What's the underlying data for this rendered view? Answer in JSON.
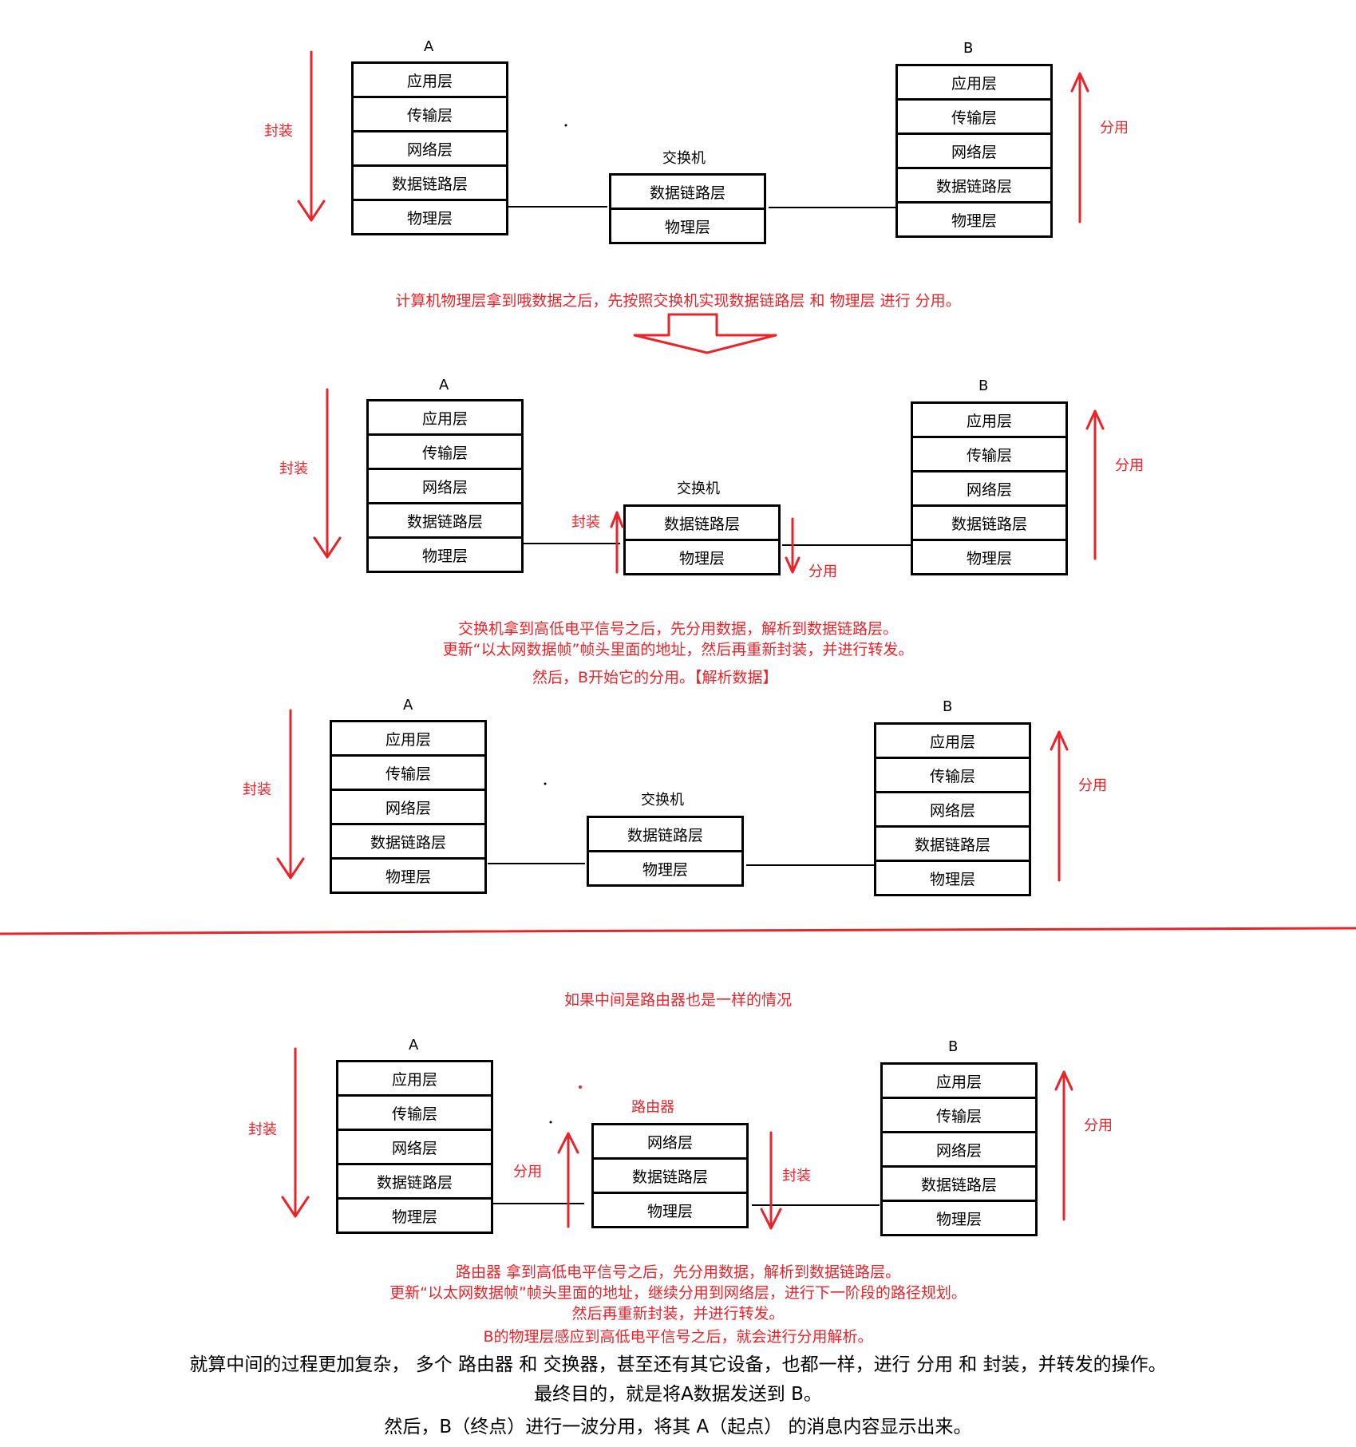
{
  "layers": {
    "app": "应用层",
    "transport": "传输层",
    "network": "网络层",
    "datalink": "数据链路层",
    "physical": "物理层"
  },
  "labels": {
    "host_a": "A",
    "host_b": "B",
    "switch": "交换机",
    "router": "路由器",
    "encapsulate": "封装",
    "demux": "分用"
  },
  "captions": {
    "d1": "计算机物理层拿到哦数据之后，先按照交换机实现数据链路层 和 物理层 进行 分用。",
    "d2_line1": "交换机拿到高低电平信号之后，先分用数据，解析到数据链路层。",
    "d2_line2": "更新“以太网数据帧”帧头里面的地址，然后再重新封装，并进行转发。",
    "d2_line3": "然后，B开始它的分用。【解析数据】",
    "router_title": "如果中间是路由器也是一样的情况",
    "d4_line1": "路由器 拿到高低电平信号之后，先分用数据，解析到数据链路层。",
    "d4_line2": "更新“以太网数据帧”帧头里面的地址，继续分用到网络层，进行下一阶段的路径规划。",
    "d4_line3": "然后再重新封装，并进行转发。",
    "d4_line4": "B的物理层感应到高低电平信号之后，就会进行分用解析。"
  },
  "summary": {
    "line1": "就算中间的过程更加复杂， 多个  路由器 和 交换器，甚至还有其它设备，也都一样，进行 分用 和 封装，并转发的操作。",
    "line2": "最终目的，就是将A数据发送到 B。",
    "line3": "然后，B（终点）进行一波分用，将其 A（起点） 的消息内容显示出来。"
  },
  "colors": {
    "accent": "#e8242b",
    "line": "#000000"
  }
}
